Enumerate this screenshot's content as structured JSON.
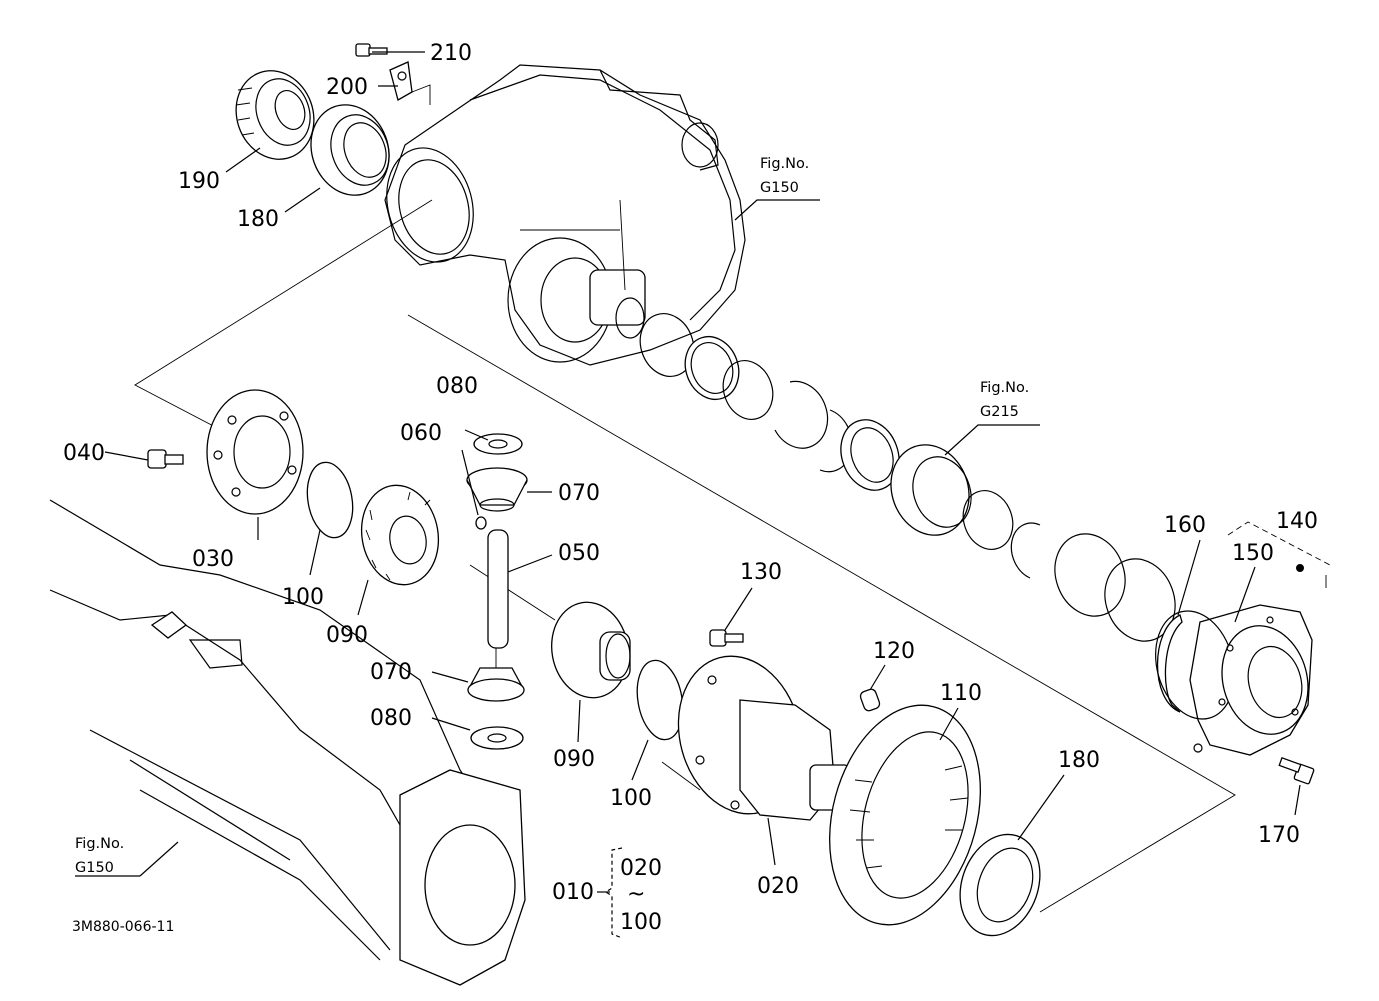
{
  "diagram": {
    "drawing_code": "3M880-066-11",
    "fig_refs": [
      {
        "line1": "Fig.No.",
        "line2": "G150"
      },
      {
        "line1": "Fig.No.",
        "line2": "G215"
      },
      {
        "line1": "Fig.No.",
        "line2": "G150"
      }
    ],
    "labels": {
      "p210": "210",
      "p200": "200",
      "p190": "190",
      "p180_top": "180",
      "p080_top": "080",
      "p060": "060",
      "p070_top": "070",
      "p040": "040",
      "p030": "030",
      "p100_left": "100",
      "p090_left": "090",
      "p050": "050",
      "p070_bottom": "070",
      "p080_bottom": "080",
      "p090_mid": "090",
      "p100_mid": "100",
      "p130": "130",
      "p120": "120",
      "p110": "110",
      "p020": "020",
      "p180_bottom": "180",
      "p160": "160",
      "p140": "140",
      "p150": "150",
      "p170": "170"
    },
    "assembly": {
      "main": "010",
      "from": "020",
      "tilde": "~",
      "to": "100"
    }
  }
}
